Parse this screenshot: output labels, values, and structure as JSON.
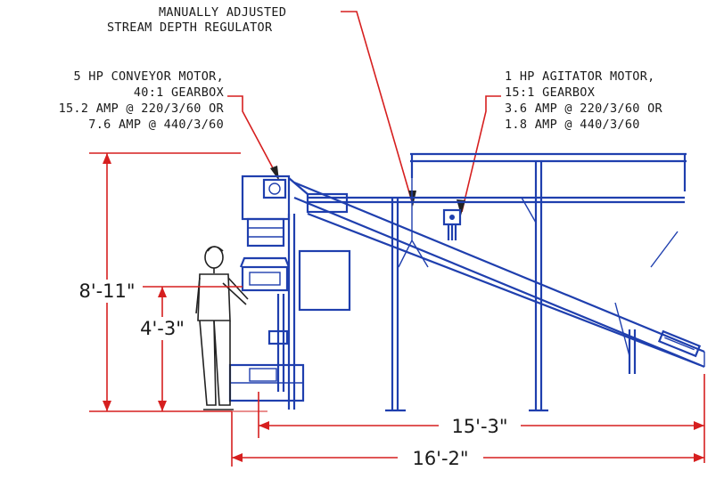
{
  "callouts": {
    "regulator_line1": "MANUALLY ADJUSTED",
    "regulator_line2": "STREAM DEPTH REGULATOR",
    "conveyor_motor_line1": "5 HP CONVEYOR MOTOR,",
    "conveyor_motor_line2": "40:1 GEARBOX",
    "conveyor_motor_line3": "15.2 AMP @ 220/3/60 OR",
    "conveyor_motor_line4": "7.6 AMP @ 440/3/60",
    "agitator_motor_line1": "1 HP AGITATOR MOTOR,",
    "agitator_motor_line2": "15:1 GEARBOX",
    "agitator_motor_line3": "3.6 AMP @ 220/3/60 OR",
    "agitator_motor_line4": "1.8 AMP @ 440/3/60"
  },
  "dimensions": {
    "overall_height": "8'-11\"",
    "discharge_height": "4'-3\"",
    "frame_length": "15'-3\"",
    "overall_length": "16'-2\""
  },
  "colors": {
    "machine": "#1f3fae",
    "dimension_lines": "#d61f1f",
    "figure": "#222222"
  }
}
